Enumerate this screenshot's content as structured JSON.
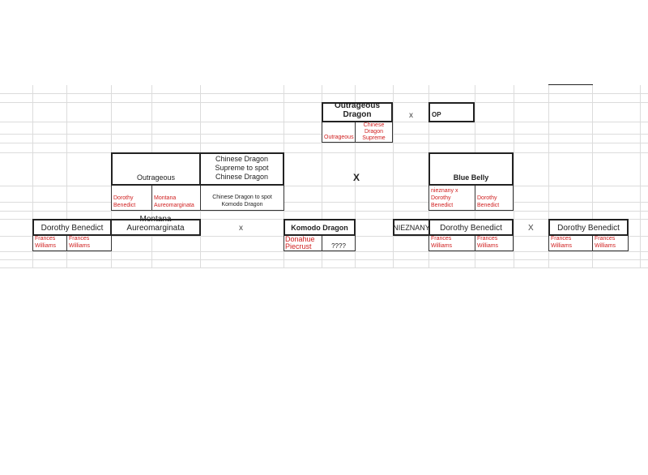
{
  "top": {
    "name": "Outrageous Dragon",
    "sire": "Outrageous",
    "dam": "Chinese Dragon Supreme",
    "cross": "x",
    "mate": "OP"
  },
  "mid": {
    "left": {
      "name": "Outrageous",
      "sire": "Dorothy Benedict",
      "dam": "Montana Aureomarginata"
    },
    "left2": {
      "name": "Chinese Dragon Supreme to spot Chinese Dragon",
      "sub": "Chinese Dragon to spot Komodo Dragon"
    },
    "cross": "X",
    "right": {
      "name": "Blue Belly",
      "sire": "nieznany x Dorothy Benedict",
      "dam": "Dorothy Benedict"
    }
  },
  "bottom": {
    "a": {
      "name": "Dorothy Benedict",
      "sire": "Frances Williams",
      "dam": "Frances Williams"
    },
    "b": {
      "name": "Montana Aureomarginata"
    },
    "cross1": "x",
    "c": {
      "name": "Komodo Dragon",
      "sire": "Donahue Piecrust",
      "dam": "????"
    },
    "d": {
      "name": "NIEZNANY"
    },
    "e": {
      "name": "Dorothy Benedict",
      "sire": "Frances Williams",
      "dam": "Frances Williams"
    },
    "cross2": "X",
    "f": {
      "name": "Dorothy Benedict",
      "sire": "Frances Williams",
      "dam": "Frances Williams"
    }
  }
}
